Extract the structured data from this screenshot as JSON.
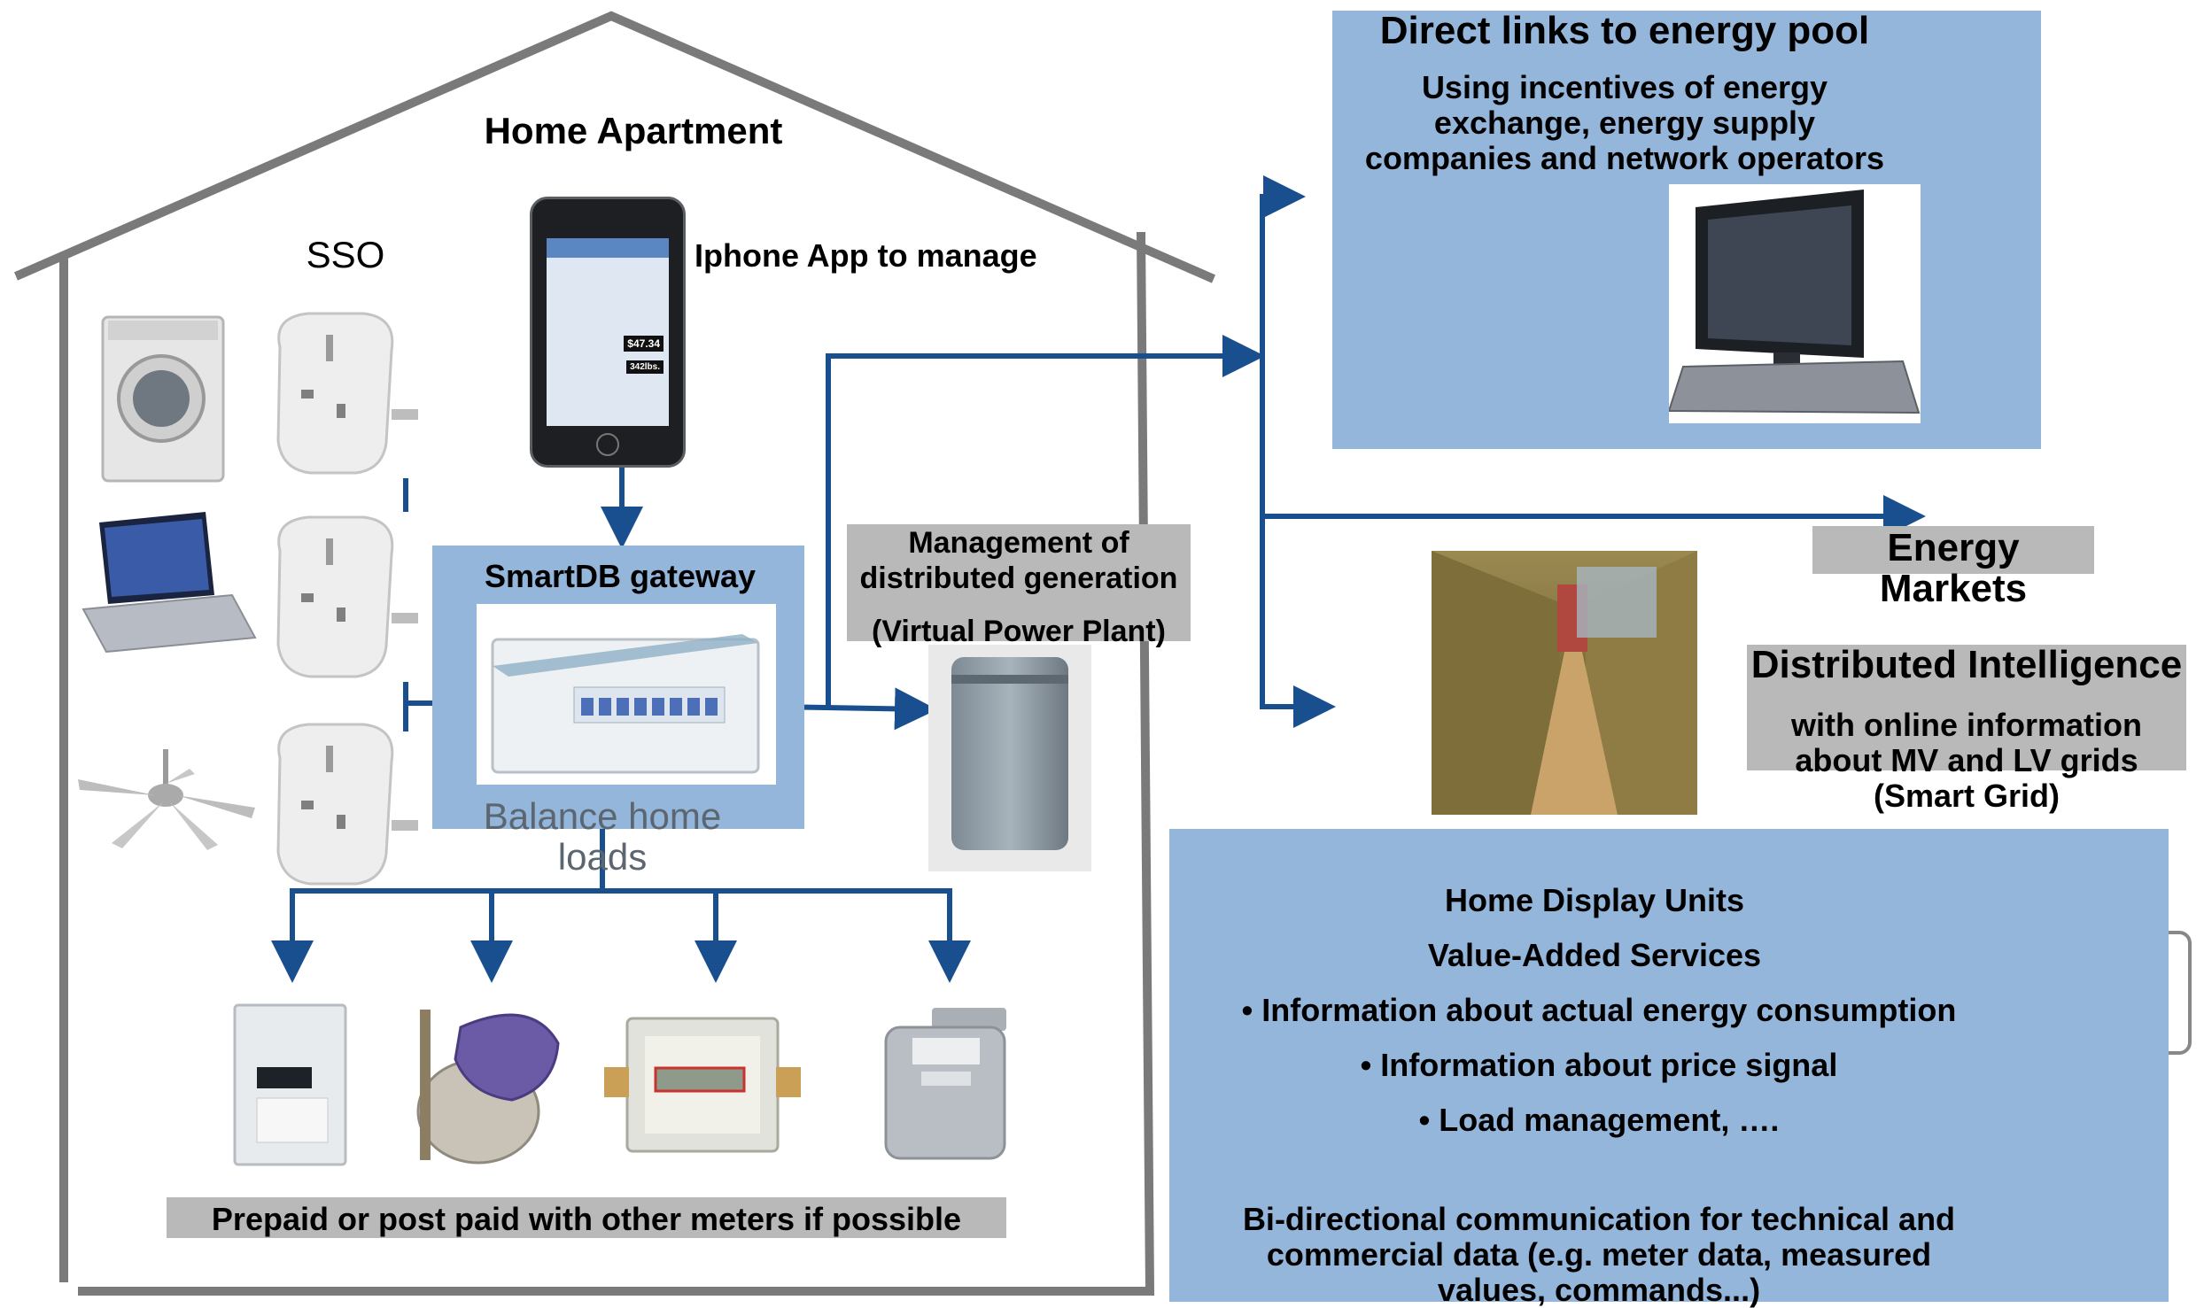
{
  "house": {
    "title": "Home Apartment",
    "sso_label": "SSO"
  },
  "iphone": {
    "label": "Iphone App to manage",
    "screen_amount": "$47.34",
    "screen_carbon": "342lbs."
  },
  "gateway": {
    "title": "SmartDB gateway",
    "balance_line1": "Balance home",
    "balance_line2": "loads"
  },
  "vpp": {
    "line1": "Management of",
    "line2": "distributed generation",
    "line3": "(Virtual Power Plant)"
  },
  "meters": {
    "caption": "Prepaid or post paid  with  other meters if possible"
  },
  "energy_pool": {
    "title": "Direct links to energy pool",
    "line1": "Using incentives of energy",
    "line2": "exchange, energy supply",
    "line3": "companies and network operators"
  },
  "energy_markets": {
    "line1": "Energy",
    "line2": "Markets"
  },
  "distributed_intelligence": {
    "title": "Distributed Intelligence",
    "line1": "with online information",
    "line2": "about MV and LV grids",
    "line3": "(Smart Grid)"
  },
  "services": {
    "heading1": "Home Display Units",
    "heading2": "Value-Added Services",
    "bullets": [
      "• Information about actual energy consumption",
      "• Information about price signal",
      "• Load management, …."
    ],
    "footer_line1": "Bi-directional communication for technical and",
    "footer_line2": "commercial data (e.g. meter data, measured",
    "footer_line3": "values, commands...)"
  },
  "colors": {
    "panel_blue": "#95b6db",
    "arrow_blue": "#1a4f8f",
    "house_outline": "#7a7a7a",
    "label_grey": "#b9b9b9"
  }
}
